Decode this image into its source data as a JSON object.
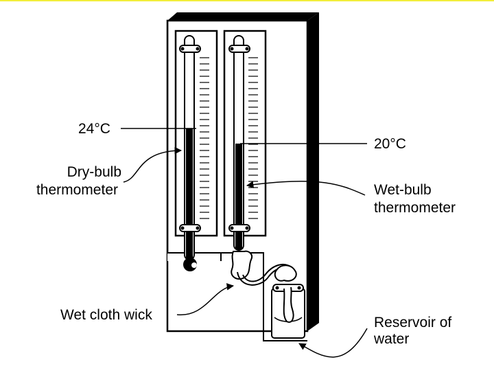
{
  "diagram": {
    "labels": {
      "dry_reading": "24°C",
      "dry_name_line1": "Dry-bulb",
      "dry_name_line2": "thermometer",
      "wet_reading": "20°C",
      "wet_name_line1": "Wet-bulb",
      "wet_name_line2": "thermometer",
      "wick": "Wet cloth wick",
      "reservoir_line1": "Reservoir of",
      "reservoir_line2": "water"
    },
    "readings": {
      "dry_bulb_celsius": 24,
      "wet_bulb_celsius": 20
    },
    "colors": {
      "ink": "#000000",
      "paper": "#ffffff",
      "top_rule": "#f2ee3a"
    }
  }
}
